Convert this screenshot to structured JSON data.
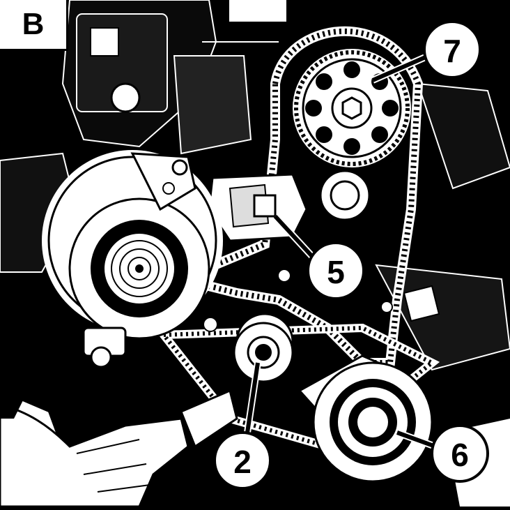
{
  "panel": {
    "label": "B"
  },
  "callouts": [
    {
      "id": "7",
      "label": "7",
      "part": "camshaft-sprocket"
    },
    {
      "id": "5",
      "label": "5",
      "part": "timing-belt-tensioner"
    },
    {
      "id": "2",
      "label": "2",
      "part": "crankshaft-sprocket"
    },
    {
      "id": "6",
      "label": "6",
      "part": "idler-pulley"
    }
  ],
  "colors": {
    "ink": "#000000",
    "paper": "#ffffff",
    "shade": "#cfcfcf"
  }
}
